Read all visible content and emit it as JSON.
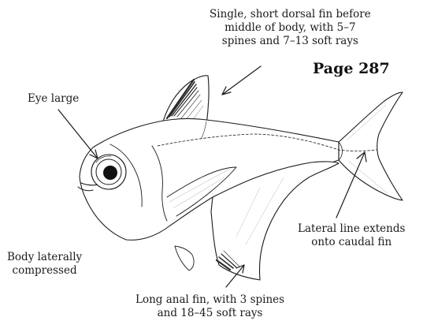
{
  "page_ref": "Page 287",
  "labels": {
    "dorsal": [
      "Single, short dorsal fin before",
      "middle of body, with 5–7",
      "spines and 7–13 soft rays"
    ],
    "eye": [
      "Eye large"
    ],
    "lateral": [
      "Lateral line extends",
      "onto caudal fin"
    ],
    "body": [
      "Body laterally",
      "compressed"
    ],
    "anal": [
      "Long anal fin, with 3 spines",
      "and 18–45 soft rays"
    ]
  },
  "colors": {
    "ink": "#1a1a1a",
    "fin_shade": "#2b2b2b",
    "background": "#ffffff"
  }
}
